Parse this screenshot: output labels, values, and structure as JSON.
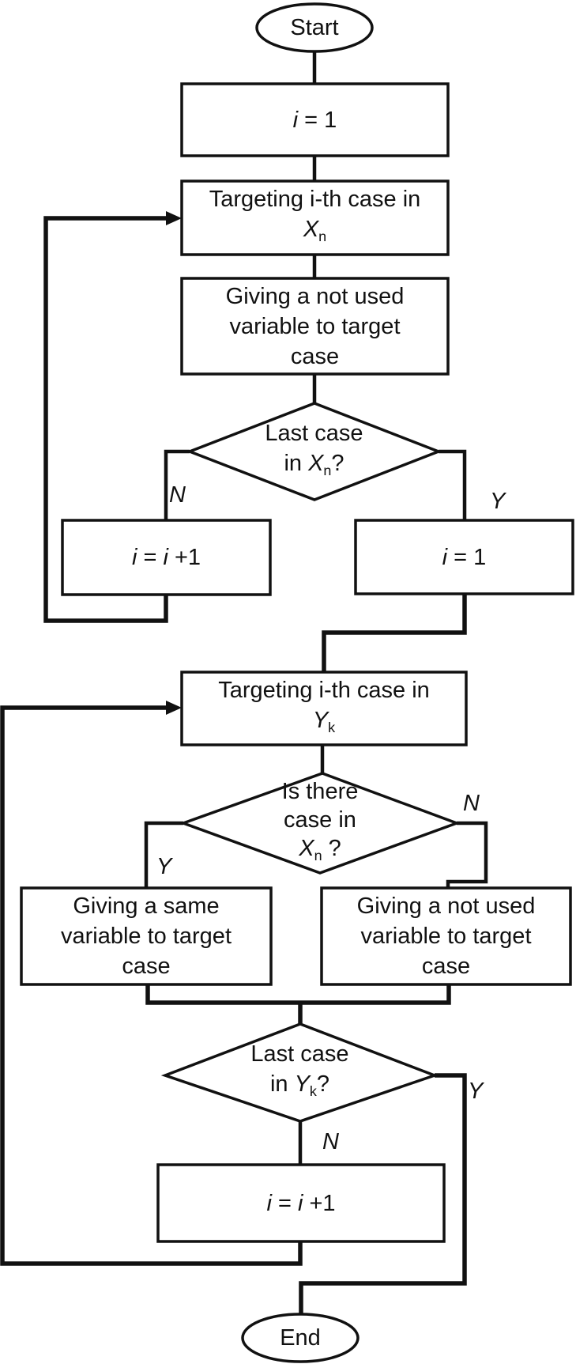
{
  "figure": {
    "terminators": {
      "start": "Start",
      "end": "End"
    },
    "symbols": {
      "x": "X",
      "sub_n": "n",
      "y": "Y",
      "sub_k": "k"
    },
    "nodes": {
      "set_i_first": {
        "i": "i",
        "rest": " = 1"
      },
      "target_x": {
        "line1": "Targeting i-th case in"
      },
      "give_not_used_1": {
        "l1": "Giving a not used",
        "l2": "variable to target",
        "l3": "case"
      },
      "last_case_x": {
        "l1": "Last case",
        "l2_pre": "in ",
        "l2_q": "?"
      },
      "inc_i_1": {
        "i1": "i",
        "eq": " = ",
        "i2": "i",
        "plus": " +1"
      },
      "set_i_second": {
        "i": "i",
        "rest": " = 1"
      },
      "target_y": {
        "line1": "Targeting i-th case in"
      },
      "is_there_case": {
        "l1": "Is there",
        "l2": "case in",
        "q": " ?"
      },
      "give_same": {
        "l1": "Giving a same",
        "l2": "variable to target",
        "l3": "case"
      },
      "give_not_used_2": {
        "l1": "Giving a not used",
        "l2": "variable to target",
        "l3": "case"
      },
      "last_case_y": {
        "l1": "Last case",
        "l2_pre": "in ",
        "l2_q": "?"
      },
      "inc_i_2": {
        "i1": "i",
        "eq": " = ",
        "i2": "i",
        "plus": " +1"
      }
    },
    "branches": {
      "d1_no": "N",
      "d1_yes": "Y",
      "d2_yes": "Y",
      "d2_no": "N",
      "d3_no": "N",
      "d3_yes": "Y"
    },
    "colors": {
      "stroke": "#111111",
      "fill": "#ffffff"
    }
  }
}
